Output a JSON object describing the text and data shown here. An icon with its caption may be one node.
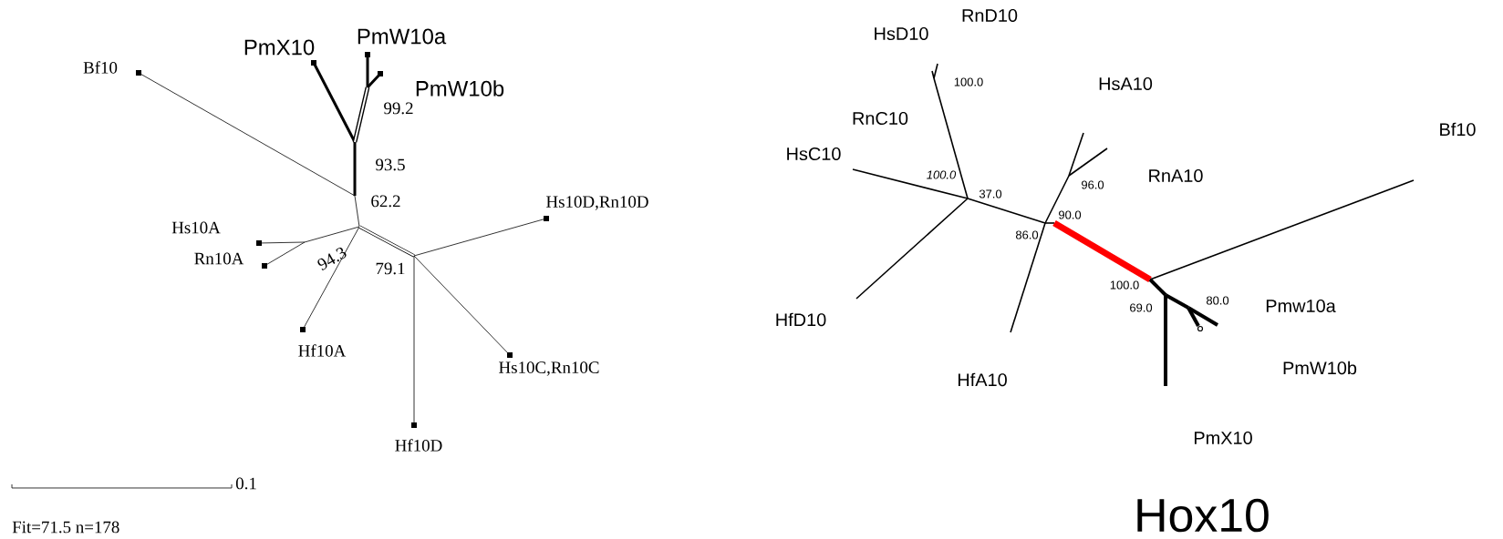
{
  "diagram": {
    "title": "Hox10",
    "labels": [
      "Bf10",
      "PmX10",
      "PmW10a",
      "PmW10b",
      "99.2",
      "93.5",
      "62.2",
      "Hs10D,Rn10D",
      "Hs10A",
      "Rn10A",
      "94.3",
      "79.1",
      "Hf10A",
      "Hs10C,Rn10C",
      "Hf10D",
      "0.1",
      "Fit=71.5 n=178",
      "RnD10",
      "HsD10",
      "100.0",
      "HsA10",
      "RnC10",
      "HsC10",
      "Bf10",
      "100.0",
      "37.0",
      "RnA10",
      "96.0",
      "90.0",
      "86.0",
      "100.0",
      "69.0",
      "80.0",
      "Pmw10a",
      "HfD10",
      "PmW10b",
      "HfA10",
      "PmX10"
    ]
  }
}
